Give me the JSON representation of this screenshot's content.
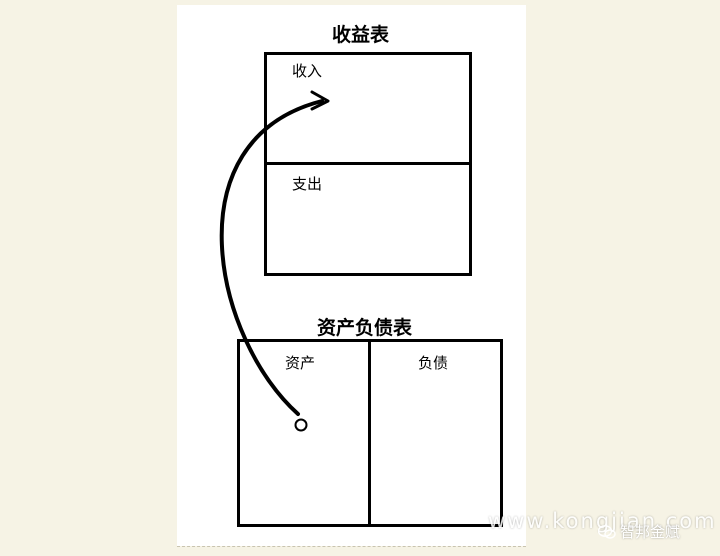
{
  "income_statement": {
    "title": "收益表",
    "revenue_label": "收入",
    "expense_label": "支出"
  },
  "balance_sheet": {
    "title": "资产负债表",
    "assets_label": "资产",
    "liabilities_label": "负债"
  },
  "watermark": {
    "url": "www.kongjian.com",
    "brand": "智邦金赋"
  },
  "colors": {
    "background": "#f6f3e5",
    "paper": "#ffffff",
    "ink": "#000000"
  },
  "icons": [
    "arrow-curve",
    "start-circle",
    "wechat-icon"
  ]
}
